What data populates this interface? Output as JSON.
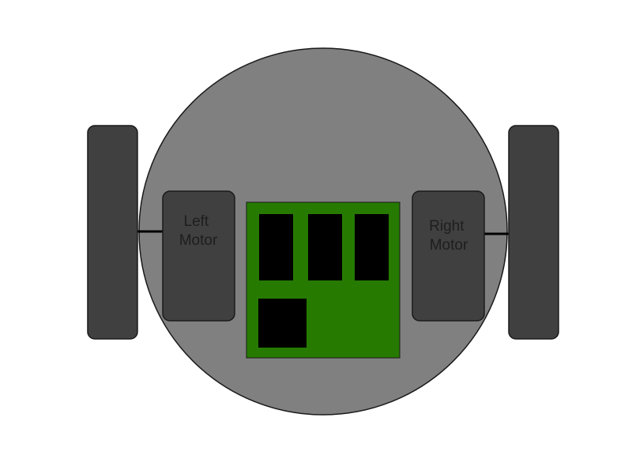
{
  "diagram": {
    "left_motor": {
      "line1": "Left",
      "line2": "Motor"
    },
    "right_motor": {
      "line1": "Right",
      "line2": "Motor"
    }
  },
  "colors": {
    "background": "#ffffff",
    "chassis": "#808080",
    "wheel": "#404040",
    "motor": "#404040",
    "board": "#267a00",
    "chip": "#000000",
    "outline": "#1a1a1a"
  }
}
